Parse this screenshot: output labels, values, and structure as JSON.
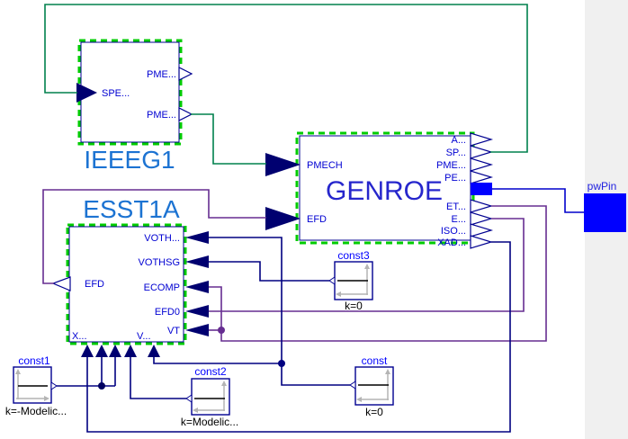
{
  "canvas": {
    "background": "#ffffff",
    "right_margin_color": "#f0f0f0"
  },
  "colors": {
    "dashed_selection_green": "#00cc00",
    "block_border_blue": "#000090",
    "wire_green": "#00804d",
    "wire_navy": "#000080",
    "wire_purple": "#662d91",
    "wire_blue": "#0000cc",
    "port_label_blue": "#0000d2",
    "title_light_blue": "#1c73d2",
    "title_deep_blue": "#2626cc",
    "const_label_blue": "#0000ff",
    "pin_blue": "#0000ff",
    "axis_gray": "#b4b4b4"
  },
  "blocks": {
    "ieeeg1": {
      "title": "IEEEG1",
      "input": "SPE...",
      "output1": "PME...",
      "output2": "PME..."
    },
    "genroe": {
      "title": "GENROE",
      "input1": "PMECH",
      "input2": "EFD",
      "out1": "A...",
      "out2": "SP...",
      "out3": "PME...",
      "out4": "PE...",
      "out5": "ET...",
      "out6": "E...",
      "out7": "ISO...",
      "out8": "XAD..."
    },
    "esst1a": {
      "title": "ESST1A",
      "output": "EFD",
      "in1": "VOTH...",
      "in2": "VOTHSG",
      "in3": "ECOMP",
      "in4": "EFD0",
      "in5": "VT",
      "bottom1": "X...",
      "bottom2": "V..."
    },
    "const1": {
      "name": "const1",
      "k": "k=-Modelic..."
    },
    "const2": {
      "name": "const2",
      "k": "k=Modelic..."
    },
    "const3": {
      "name": "const3",
      "k": "k=0"
    },
    "const": {
      "name": "const",
      "k": "k=0"
    },
    "pwpin": {
      "name": "pwPin"
    }
  }
}
